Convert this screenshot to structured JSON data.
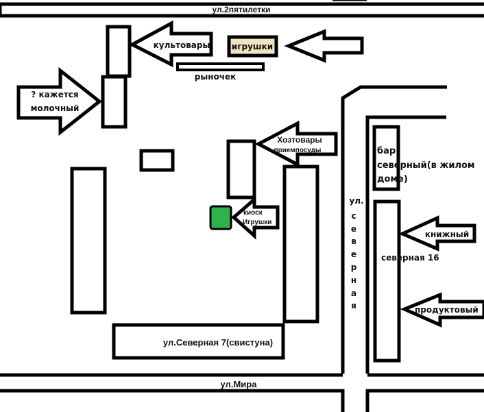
{
  "title": "Схема расположения магазинов",
  "streets": {
    "top": "ул.2пятилетки",
    "bottom": "ул.Мира",
    "vertical_prefix": "ул.",
    "vertical_letters": [
      "с",
      "е",
      "в",
      "е",
      "р",
      "н",
      "а",
      "я"
    ]
  },
  "buildings": {
    "severnaya7": "ул.Северная 7(свистуна)",
    "severnaya16": "северная 16",
    "bar_line1": "бар",
    "bar_line2": "северный(в жилом",
    "bar_line3": "доме)",
    "market": "рыночек"
  },
  "arrows": {
    "kultovary": "культовары",
    "igrushki_sign": "игрушки",
    "molochny_line1": "? кажется",
    "molochny_line2": "молочный",
    "hoztovary_line1": "Хозтовары",
    "hoztovary_line2": "приемпосуды",
    "kiosk_line1": "киоск",
    "kiosk_line2": "Игрушки",
    "knizhny": "книжный",
    "produktovy": "продуктовый"
  },
  "colors": {
    "stroke": "#000000",
    "toy_sign_fill": "#efe4c0",
    "kiosk_fill": "#2fb14b",
    "background": "#ffffff"
  }
}
